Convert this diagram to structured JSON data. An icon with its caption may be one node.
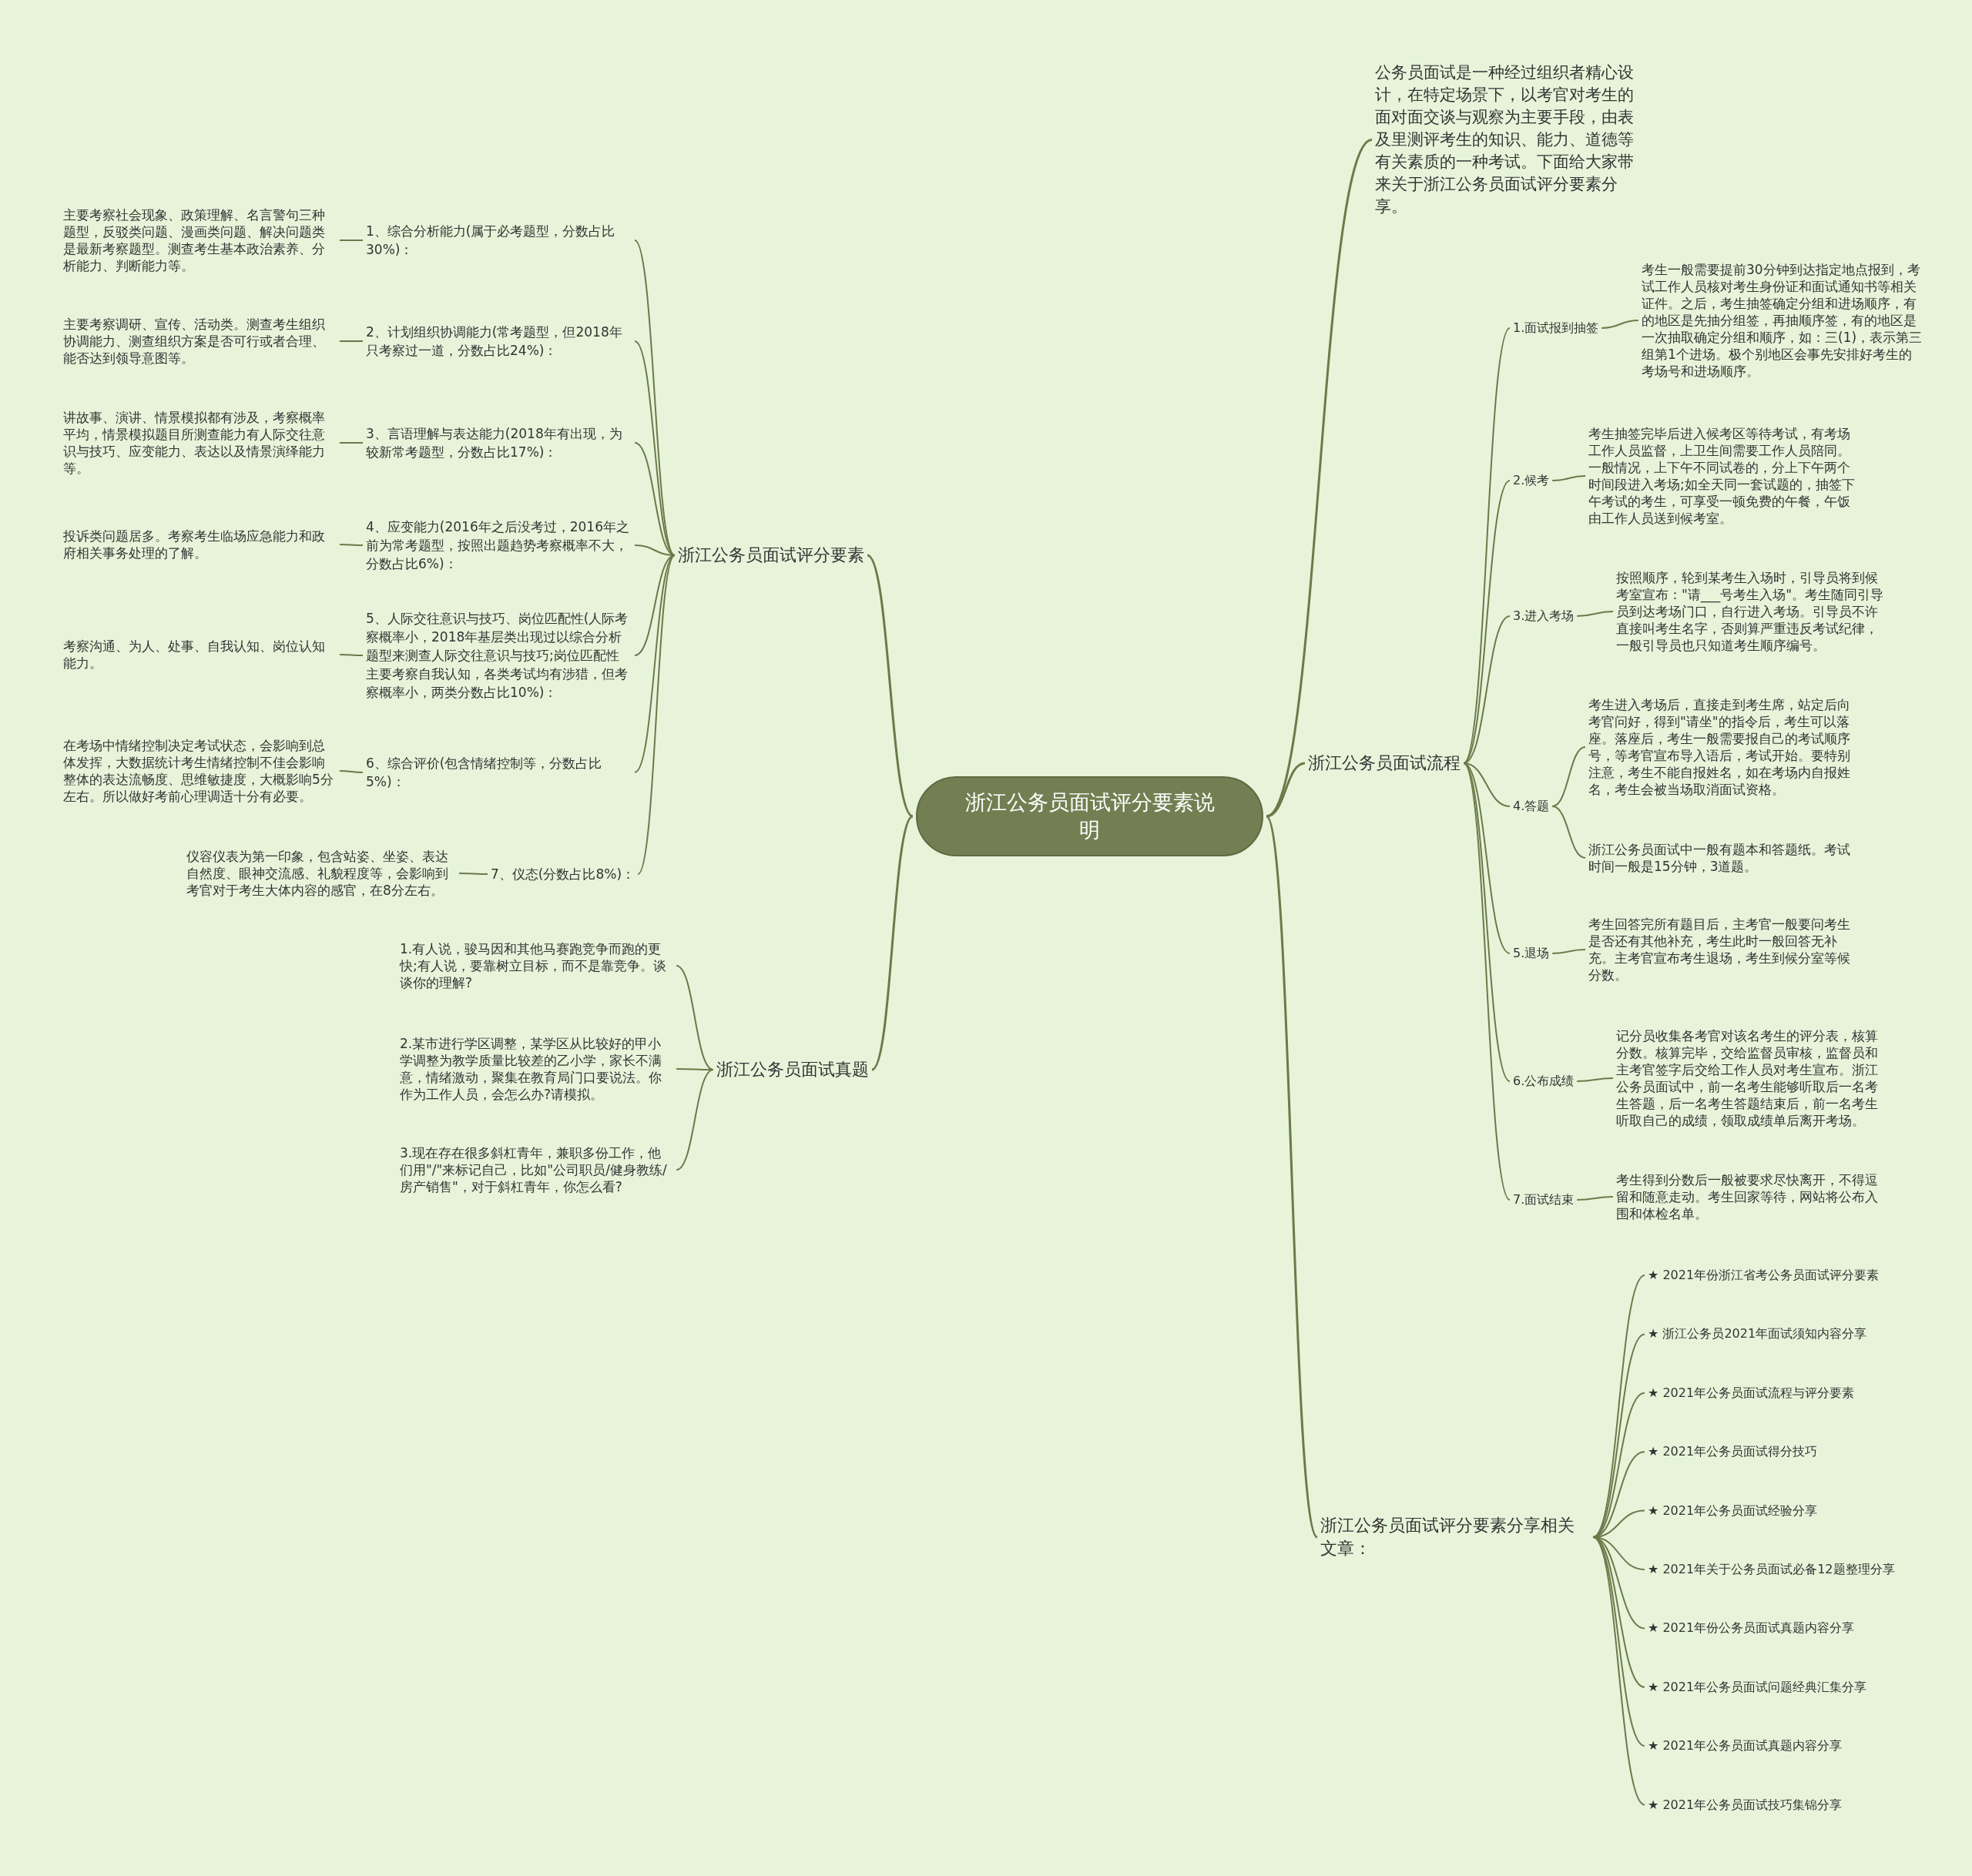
{
  "diagram": {
    "nodes": [
      {
        "text": [
          "浙江公务员面试评分要素说明"
        ]
      },
      {
        "text": [
          "公务员面试是一种经过组织者精心设计，在特定场景下，以考官对考生的面对面交谈与观察为主要手段，由表及里测评考生的知识、能力、道德等有关素质的一种考试。下面给大家带来关于浙江公务员面试评分要素分享。"
        ]
      },
      {
        "text": [
          "浙江公务员面试评分要素"
        ]
      },
      {
        "text": [
          "1、综合分析能力(属于必考题型，分数占比30%)："
        ]
      },
      {
        "text": [
          "2、计划组织协调能力(常考题型，但2018年只考察过一道，分数占比24%)："
        ]
      },
      {
        "text": [
          "3、言语理解与表达能力(2018年有出现，为较新常考题型，分数占比17%)："
        ]
      },
      {
        "text": [
          "4、应变能力(2016年之后没考过，2016年之前为常考题型，按照出题趋势考察概率不大，分数占比6%)："
        ]
      },
      {
        "text": [
          "5、人际交往意识与技巧、岗位匹配性(人际考察概率小，2018年基层类出现过以综合分析题型来测查人际交往意识与技巧;岗位匹配性主要考察自我认知，各类考试均有涉猎，但考察概率小，两类分数占比10%)："
        ]
      },
      {
        "text": [
          "6、综合评价(包含情绪控制等，分数占比5%)："
        ]
      },
      {
        "text": [
          "7、仪态(分数占比8%)："
        ]
      },
      {
        "text": [
          "主要考察社会现象、政策理解、名言警句三种题型，反驳类问题、漫画类问题、解决问题类是最新考察题型。测查考生基本政治素养、分析能力、判断能力等。"
        ]
      },
      {
        "text": [
          "主要考察调研、宣传、活动类。测查考生组织协调能力、测查组织方案是否可行或者合理、能否达到领导意图等。"
        ]
      },
      {
        "text": [
          "讲故事、演讲、情景模拟都有涉及，考察概率平均，情景模拟题目所测查能力有人际交往意识与技巧、应变能力、表达以及情景演绎能力等。"
        ]
      },
      {
        "text": [
          "投诉类问题居多。考察考生临场应急能力和政府相关事务处理的了解。"
        ]
      },
      {
        "text": [
          "考察沟通、为人、处事、自我认知、岗位认知能力。"
        ]
      },
      {
        "text": [
          "在考场中情绪控制决定考试状态，会影响到总体发挥，大数据统计考生情绪控制不佳会影响整体的表达流畅度、思维敏捷度，大概影响5分左右。所以做好考前心理调适十分有必要。"
        ]
      },
      {
        "text": [
          "仪容仪表为第一印象，包含站姿、坐姿、表达自然度、眼神交流感、礼貌程度等，会影响到考官对于考生大体内容的感官，在8分左右。"
        ]
      },
      {
        "text": [
          "浙江公务员面试真题"
        ]
      },
      {
        "text": [
          "1.有人说，骏马因和其他马赛跑竞争而跑的更快;有人说，要靠树立目标，而不是靠竞争。谈谈你的理解?"
        ]
      },
      {
        "text": [
          "2.某市进行学区调整，某学区从比较好的甲小学调整为教学质量比较差的乙小学，家长不满意，情绪激动，聚集在教育局门口要说法。你作为工作人员，会怎么办?请模拟。"
        ]
      },
      {
        "text": [
          "3.现在存在很多斜杠青年，兼职多份工作，他们用\"/\"来标记自己，比如\"公司职员/健身教练/房产销售\"，对于斜杠青年，你怎么看?"
        ]
      },
      {
        "text": [
          "浙江公务员面试流程"
        ]
      },
      {
        "text": [
          "1.面试报到抽签"
        ]
      },
      {
        "text": [
          "2.候考"
        ]
      },
      {
        "text": [
          "3.进入考场"
        ]
      },
      {
        "text": [
          "4.答题"
        ]
      },
      {
        "text": [
          "5.退场"
        ]
      },
      {
        "text": [
          "6.公布成绩"
        ]
      },
      {
        "text": [
          "7.面试结束"
        ]
      },
      {
        "text": [
          "考生一般需要提前30分钟到达指定地点报到，考试工作人员核对考生身份证和面试通知书等相关证件。之后，考生抽签确定分组和进场顺序，有的地区是先抽分组签，再抽顺序签，有的地区是一次抽取确定分组和顺序，如：三(1)，表示第三组第1个进场。极个别地区会事先安排好考生的考场号和进场顺序。"
        ]
      },
      {
        "text": [
          "考生抽签完毕后进入候考区等待考试，有考场工作人员监督，上卫生间需要工作人员陪同。一般情况，上下午不同试卷的，分上下午两个时间段进入考场;如全天同一套试题的，抽签下午考试的考生，可享受一顿免费的午餐，午饭由工作人员送到候考室。"
        ]
      },
      {
        "text": [
          "按照顺序，轮到某考生入场时，引导员将到候考室宣布：\"请___号考生入场\"。考生随同引导员到达考场门口，自行进入考场。引导员不许直接叫考生名字，否则算严重违反考试纪律，一般引导员也只知道考生顺序编号。"
        ]
      },
      {
        "text": [
          "考生进入考场后，直接走到考生席，站定后向考官问好，得到\"请坐\"的指令后，考生可以落座。落座后，考生一般需要报自己的考试顺序号，等考官宣布导入语后，考试开始。要特别注意，考生不能自报姓名，如在考场内自报姓名，考生会被当场取消面试资格。"
        ]
      },
      {
        "text": [
          "浙江公务员面试中一般有题本和答题纸。考试时间一般是15分钟，3道题。"
        ]
      },
      {
        "text": [
          "考生回答完所有题目后，主考官一般要问考生是否还有其他补充，考生此时一般回答无补充。主考官宣布考生退场，考生到候分室等候分数。"
        ]
      },
      {
        "text": [
          "记分员收集各考官对该名考生的评分表，核算分数。核算完毕，交给监督员审核，监督员和主考官签字后交给工作人员对考生宣布。浙江公务员面试中，前一名考生能够听取后一名考生答题，后一名考生答题结束后，前一名考生听取自己的成绩，领取成绩单后离开考场。"
        ]
      },
      {
        "text": [
          "考生得到分数后一般被要求尽快离开，不得逗留和随意走动。考生回家等待，网站将公布入围和体检名单。"
        ]
      },
      {
        "text": [
          "浙江公务员面试评分要素分享相关文章："
        ]
      },
      {
        "text": [
          "★ 2021年份浙江省考公务员面试评分要素"
        ]
      },
      {
        "text": [
          "★ 浙江公务员2021年面试须知内容分享"
        ]
      },
      {
        "text": [
          "★ 2021年公务员面试流程与评分要素"
        ]
      },
      {
        "text": [
          "★ 2021年公务员面试得分技巧"
        ]
      },
      {
        "text": [
          "★ 2021年公务员面试经验分享"
        ]
      },
      {
        "text": [
          "★ 2021年关于公务员面试必备12题整理分享"
        ]
      },
      {
        "text": [
          "★ 2021年份公务员面试真题内容分享"
        ]
      },
      {
        "text": [
          "★ 2021年公务员面试问题经典汇集分享"
        ]
      },
      {
        "text": [
          "★ 2021年公务员面试真题内容分享"
        ]
      },
      {
        "text": [
          "★ 2021年公务员面试技巧集锦分享"
        ]
      }
    ],
    "edges": [
      {
        "from": 0,
        "to": 1,
        "arrow": "none"
      },
      {
        "from": 0,
        "to": 2,
        "arrow": "none"
      },
      {
        "from": 2,
        "to": 3,
        "arrow": "none"
      },
      {
        "from": 2,
        "to": 4,
        "arrow": "none"
      },
      {
        "from": 2,
        "to": 5,
        "arrow": "none"
      },
      {
        "from": 2,
        "to": 6,
        "arrow": "none"
      },
      {
        "from": 2,
        "to": 7,
        "arrow": "none"
      },
      {
        "from": 2,
        "to": 8,
        "arrow": "none"
      },
      {
        "from": 2,
        "to": 9,
        "arrow": "none"
      },
      {
        "from": 3,
        "to": 10,
        "arrow": "none"
      },
      {
        "from": 4,
        "to": 11,
        "arrow": "none"
      },
      {
        "from": 5,
        "to": 12,
        "arrow": "none"
      },
      {
        "from": 6,
        "to": 13,
        "arrow": "none"
      },
      {
        "from": 7,
        "to": 14,
        "arrow": "none"
      },
      {
        "from": 8,
        "to": 15,
        "arrow": "none"
      },
      {
        "from": 9,
        "to": 16,
        "arrow": "none"
      },
      {
        "from": 0,
        "to": 17,
        "arrow": "none"
      },
      {
        "from": 17,
        "to": 18,
        "arrow": "none"
      },
      {
        "from": 17,
        "to": 19,
        "arrow": "none"
      },
      {
        "from": 17,
        "to": 20,
        "arrow": "none"
      },
      {
        "from": 0,
        "to": 21,
        "arrow": "none"
      },
      {
        "from": 21,
        "to": 22,
        "arrow": "none"
      },
      {
        "from": 21,
        "to": 23,
        "arrow": "none"
      },
      {
        "from": 21,
        "to": 24,
        "arrow": "none"
      },
      {
        "from": 21,
        "to": 25,
        "arrow": "none"
      },
      {
        "from": 21,
        "to": 26,
        "arrow": "none"
      },
      {
        "from": 21,
        "to": 27,
        "arrow": "none"
      },
      {
        "from": 21,
        "to": 28,
        "arrow": "none"
      },
      {
        "from": 22,
        "to": 29,
        "arrow": "none"
      },
      {
        "from": 23,
        "to": 30,
        "arrow": "none"
      },
      {
        "from": 24,
        "to": 31,
        "arrow": "none"
      },
      {
        "from": 25,
        "to": 32,
        "arrow": "none"
      },
      {
        "from": 25,
        "to": 33,
        "arrow": "none"
      },
      {
        "from": 26,
        "to": 34,
        "arrow": "none"
      },
      {
        "from": 27,
        "to": 35,
        "arrow": "none"
      },
      {
        "from": 28,
        "to": 36,
        "arrow": "none"
      },
      {
        "from": 0,
        "to": 37,
        "arrow": "none"
      },
      {
        "from": 37,
        "to": 38,
        "arrow": "none"
      },
      {
        "from": 37,
        "to": 39,
        "arrow": "none"
      },
      {
        "from": 37,
        "to": 40,
        "arrow": "none"
      },
      {
        "from": 37,
        "to": 41,
        "arrow": "none"
      },
      {
        "from": 37,
        "to": 42,
        "arrow": "none"
      },
      {
        "from": 37,
        "to": 43,
        "arrow": "none"
      },
      {
        "from": 37,
        "to": 44,
        "arrow": "none"
      },
      {
        "from": 37,
        "to": 45,
        "arrow": "none"
      },
      {
        "from": 37,
        "to": 46,
        "arrow": "none"
      },
      {
        "from": 37,
        "to": 47,
        "arrow": "none"
      }
    ]
  }
}
